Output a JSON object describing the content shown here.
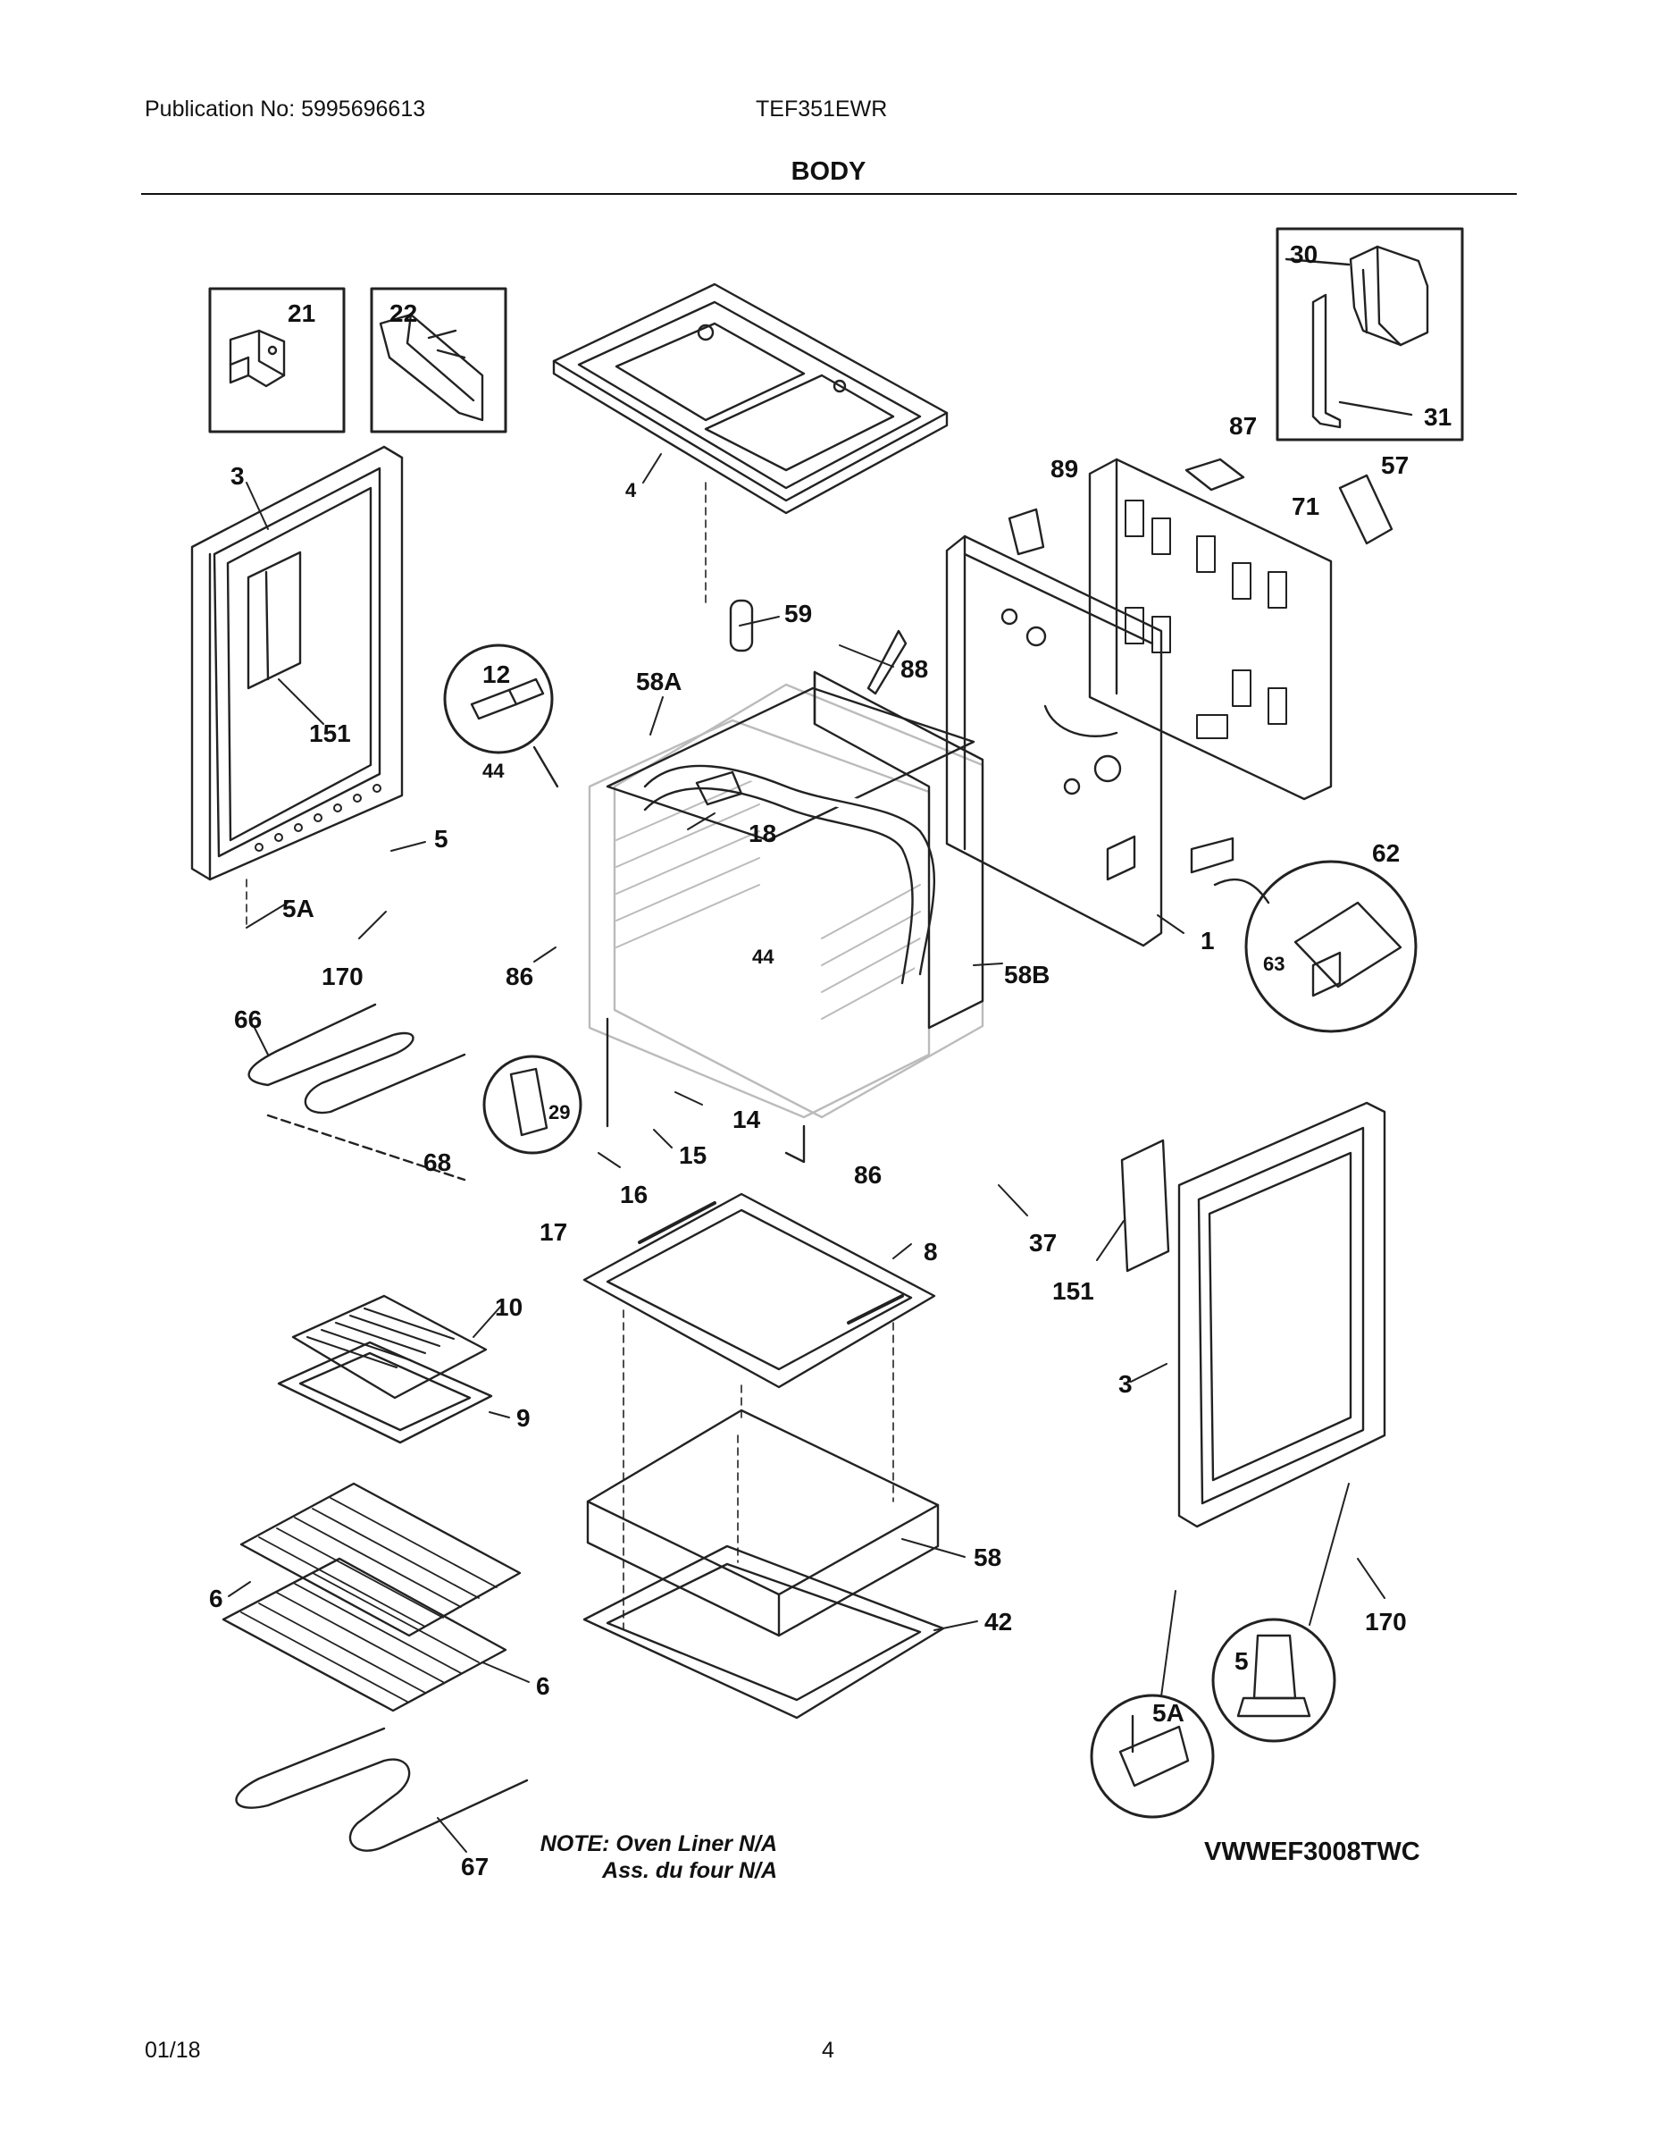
{
  "header": {
    "publication": "Publication No: 5995696613",
    "model": "TEF351EWR",
    "section_title": "BODY"
  },
  "callouts": {
    "c21": "21",
    "c22": "22",
    "c30": "30",
    "c31": "31",
    "c3_left": "3",
    "c4": "4",
    "c151_left": "151",
    "c87": "87",
    "c57": "57",
    "c89": "89",
    "c71": "71",
    "c59": "59",
    "c12": "12",
    "c58A": "58A",
    "c88": "88",
    "c44_a": "44",
    "c18": "18",
    "c5_left": "5",
    "c5A_left": "5A",
    "c170_left": "170",
    "c86_left": "86",
    "c44_b": "44",
    "c1": "1",
    "c62": "62",
    "c63": "63",
    "c58B": "58B",
    "c66": "66",
    "c29": "29",
    "c14": "14",
    "c15": "15",
    "c16": "16",
    "c17": "17",
    "c68": "68",
    "c86_right": "86",
    "c37": "37",
    "c8": "8",
    "c151_right": "151",
    "c10": "10",
    "c9": "9",
    "c3_right": "3",
    "c58": "58",
    "c6_a": "6",
    "c6_b": "6",
    "c42": "42",
    "c170_right": "170",
    "c5_right": "5",
    "c5A_right": "5A",
    "c67": "67"
  },
  "note": {
    "line1": "NOTE: Oven Liner N/A",
    "line2": "Ass. du four N/A"
  },
  "drawing_code": "VWWEF3008TWC",
  "footer": {
    "date": "01/18",
    "page": "4"
  }
}
